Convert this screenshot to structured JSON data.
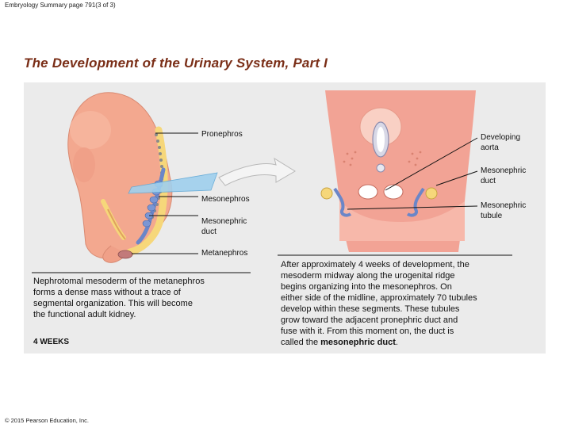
{
  "header": "Embryology Summary page 791(3 of 3)",
  "title": "The Development of the Urinary System, Part I",
  "labels": {
    "pronephros": "Pronephros",
    "mesonephros": "Mesonephros",
    "mesonephric_duct": [
      "Mesonephric",
      "duct"
    ],
    "metanephros": "Metanephros",
    "developing_aorta": [
      "Developing",
      "aorta"
    ],
    "mesonephric_duct_right": [
      "Mesonephric",
      "duct"
    ],
    "mesonephric_tubule": [
      "Mesonephric",
      "tubule"
    ]
  },
  "left_text": [
    "Nephrotomal mesoderm of the metanephros",
    "forms a dense mass without a trace of",
    "segmental organization. This will become",
    "the functional adult kidney."
  ],
  "weeks": "4 WEEKS",
  "right_text": [
    "After approximately 4 weeks of development, the",
    "mesoderm midway along the urogenital ridge",
    "begins organizing into the mesonephros. On",
    "either side of the midline, approximately 70 tubules",
    "develop within these segments. These tubules",
    "grow toward the adjacent pronephric duct and",
    "fuse with it. From this moment on, the duct is"
  ],
  "right_text_last": {
    "prefix": "called the ",
    "bold": "mesonephric duct",
    "suffix": "."
  },
  "footer": "© 2015 Pearson Education, Inc.",
  "colors": {
    "title": "#7a2e17",
    "panel": "#ebebeb",
    "embryo": "#f3a88f",
    "duct": "#6b86c8",
    "neural": "#f6d77a",
    "cross_section": "#f2a395"
  }
}
